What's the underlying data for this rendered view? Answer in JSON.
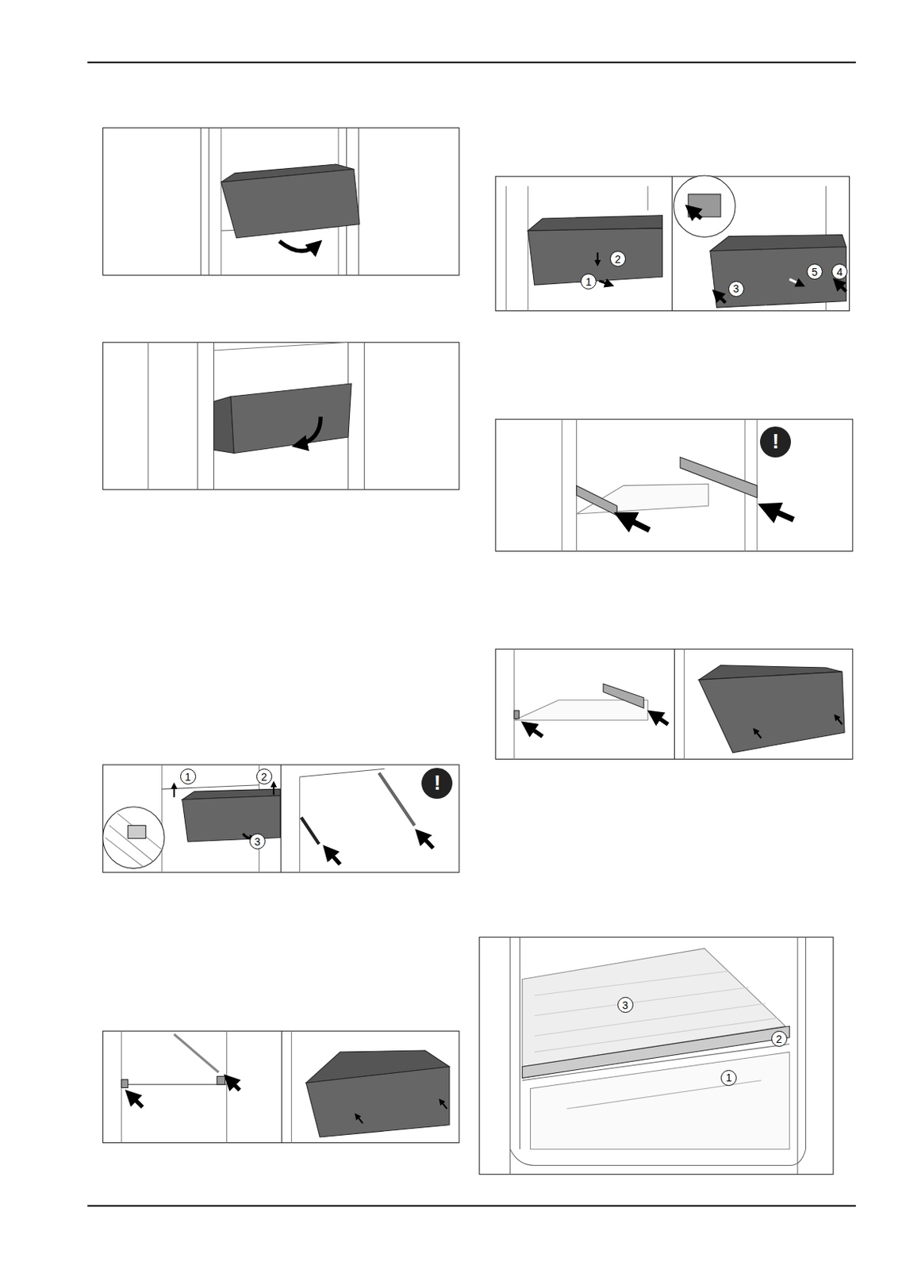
{
  "diagram": {
    "labels": [
      "1",
      "2",
      "3",
      "!",
      "2",
      "1",
      "5",
      "4",
      "3",
      "!",
      "3",
      "2",
      "1"
    ]
  }
}
